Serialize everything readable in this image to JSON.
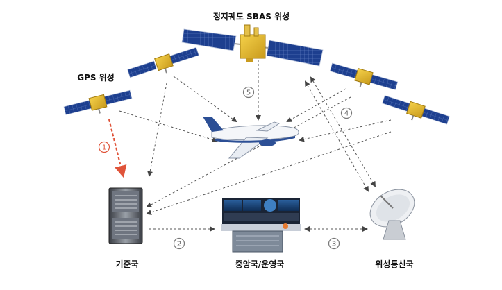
{
  "labels": {
    "geo_satellite": "정지궤도 SBAS 위성",
    "gps_satellite": "GPS 위성",
    "reference_station": "기준국",
    "master_station": "중앙국/운영국",
    "uplink_station": "위성통신국"
  },
  "steps": {
    "s1": "1",
    "s2": "2",
    "s3": "3",
    "s4": "4",
    "s5": "5"
  },
  "colors": {
    "red_arrow": "#e0543a",
    "dashed": "#555555",
    "panel_blue": "#1d3f8f"
  }
}
